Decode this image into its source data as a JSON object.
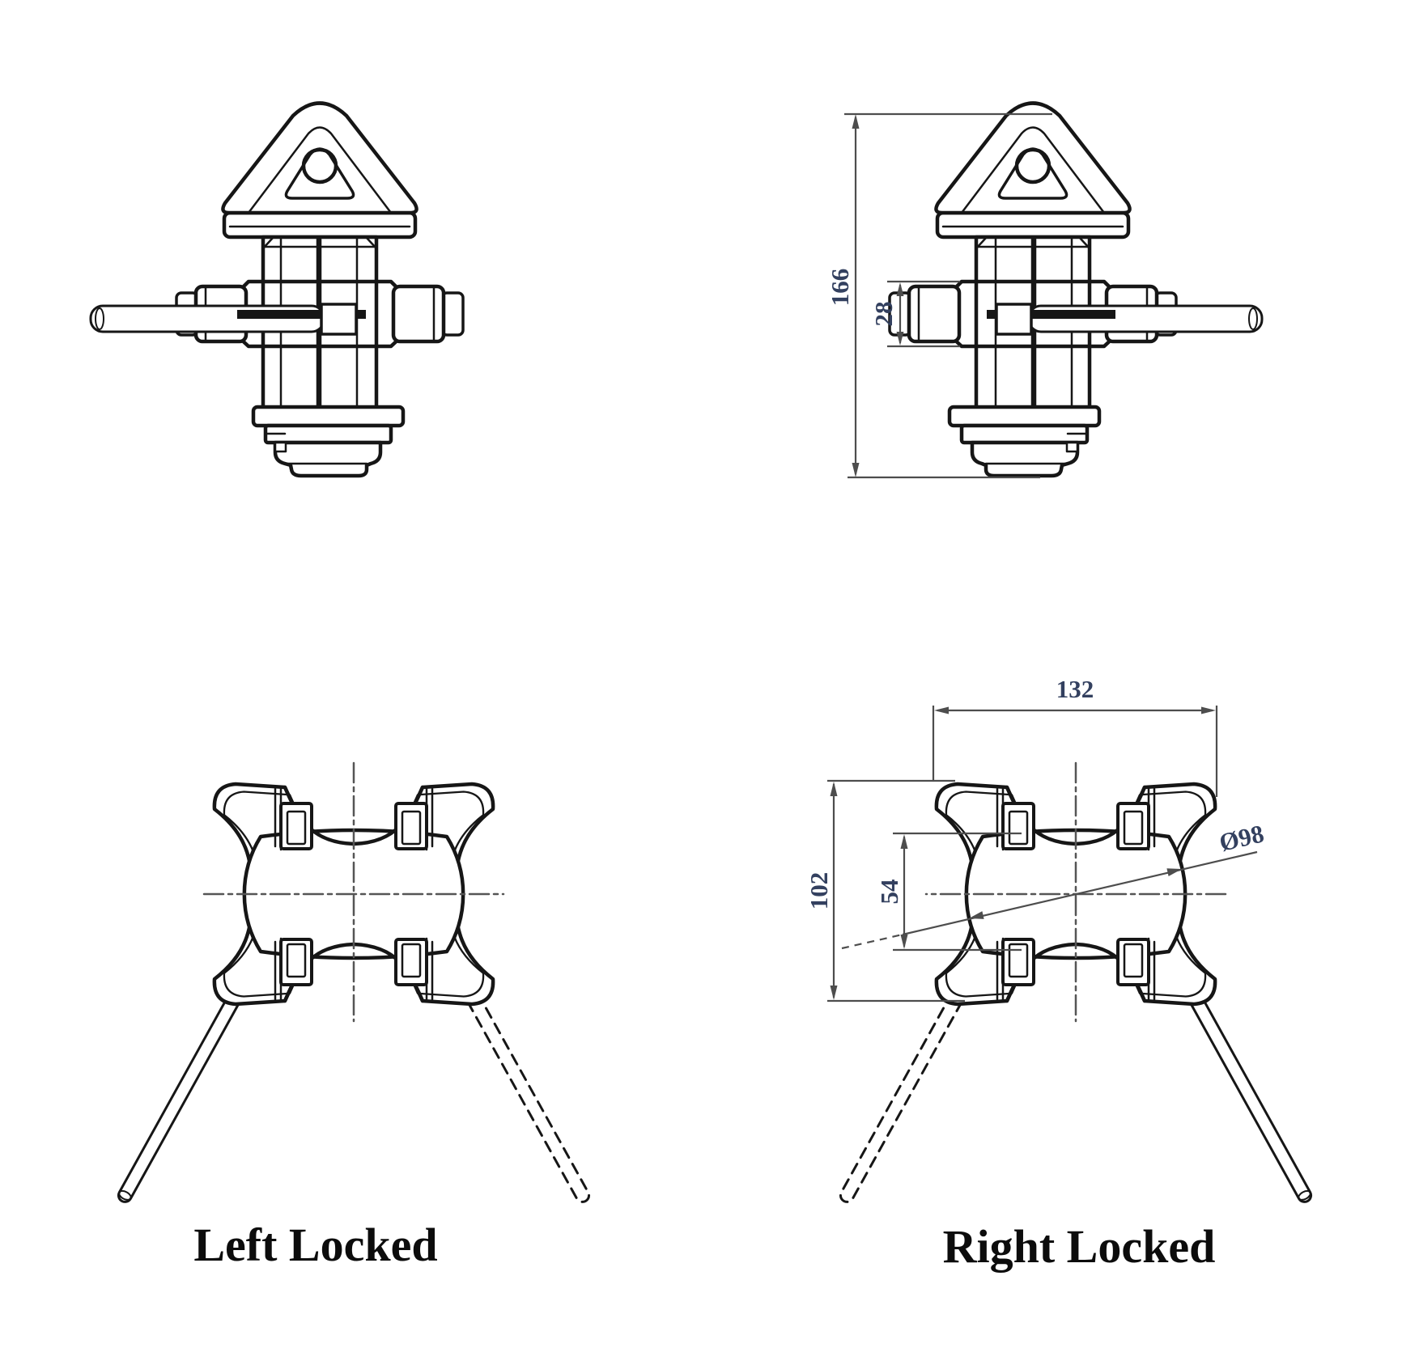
{
  "drawing": {
    "title": "Twistlock technical drawing",
    "background_color": "#ffffff",
    "part_line_color": "#161616",
    "dimension_line_color": "#4d4d4d",
    "dimension_text_color": "#33405f",
    "caption_color": "#0c0c0c"
  },
  "views": {
    "front_left": {
      "description": "front elevation, handle extended to the left"
    },
    "front_right": {
      "description": "front elevation, handle extended to the right",
      "dims": {
        "overall_height": "166",
        "collar_height": "28"
      }
    },
    "plan_left": {
      "caption": "Left Locked"
    },
    "plan_right": {
      "caption": "Right Locked",
      "dims": {
        "overall_width": "132",
        "overall_height": "102",
        "body_height": "54",
        "body_diameter": "Ø98"
      }
    }
  }
}
